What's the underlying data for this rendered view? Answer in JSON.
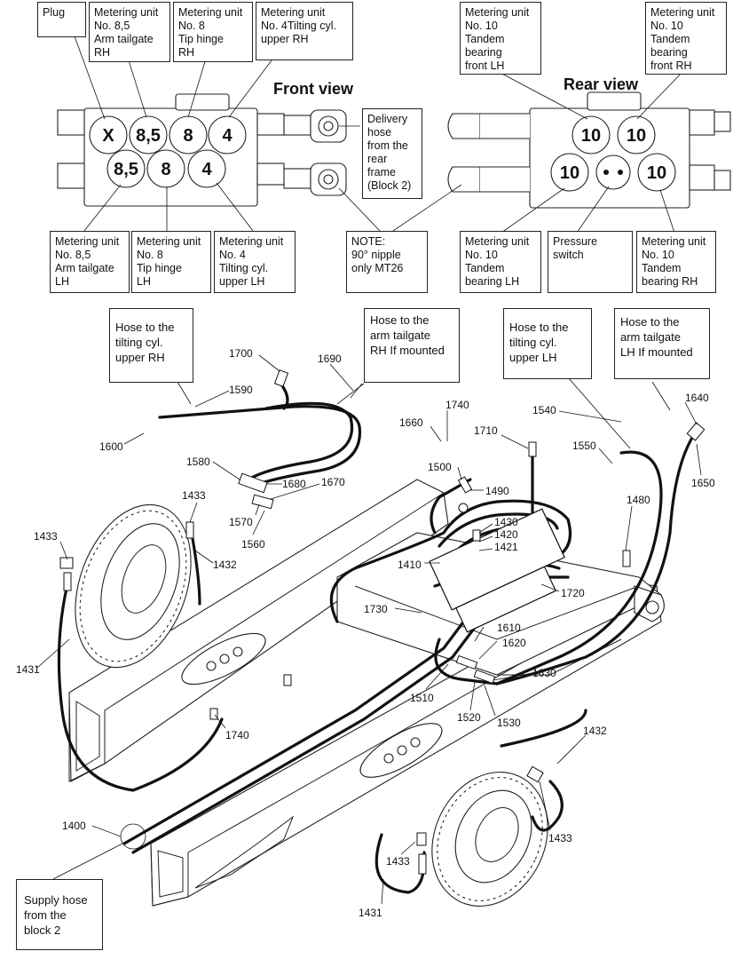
{
  "titles": {
    "front_view": "Front view",
    "rear_view": "Rear view"
  },
  "callouts_top": {
    "plug": "Plug",
    "mu85_rh": "Metering unit\nNo. 8,5\nArm tailgate\nRH",
    "mu8_rh": "Metering unit\nNo. 8\nTip hinge\nRH",
    "mu4_rh": "Metering unit\nNo. 4Tilting cyl.\nupper RH",
    "mu10_front_lh": "Metering unit\nNo. 10\nTandem\nbearing\nfront LH",
    "mu10_front_rh": "Metering unit\nNo. 10\nTandem\nbearing\nfront RH",
    "delivery_hose": "Delivery\nhose\nfrom the\nrear\nframe\n(Block 2)",
    "mu85_lh": "Metering unit\nNo. 8,5\nArm tailgate\nLH",
    "mu8_lh": "Metering unit\nNo. 8\nTip hinge\nLH",
    "mu4_lh": "Metering unit\nNo. 4\nTilting cyl.\nupper LH",
    "note": "NOTE:\n90° nipple\nonly  MT26",
    "mu10_lh": "Metering unit\nNo. 10\nTandem\nbearing LH",
    "pressure_switch": "Pressure\nswitch",
    "mu10_rh": "Metering unit\nNo. 10\nTandem\nbearing RH"
  },
  "callouts_main": {
    "hose_tilt_rh": "Hose to the\ntilting cyl.\nupper  RH",
    "hose_arm_rh": "Hose to the\narm tailgate\nRH If mounted",
    "hose_tilt_lh": "Hose to the\ntilting cyl.\nupper  LH",
    "hose_arm_lh": "Hose to the\narm tailgate\nLH If mounted",
    "supply_hose": "Supply hose\nfrom the\nblock 2"
  },
  "ports_front_top": [
    "X",
    "8,5",
    "8",
    "4"
  ],
  "ports_front_bottom": [
    "8,5",
    "8",
    "4"
  ],
  "ports_rear_top": [
    "10",
    "10"
  ],
  "ports_rear_bottom": [
    "10",
    "10"
  ],
  "part_numbers": {
    "p1700": "1700",
    "p1690": "1690",
    "p1590": "1590",
    "p1600": "1600",
    "p1740a": "1740",
    "p1660": "1660",
    "p1710": "1710",
    "p1540": "1540",
    "p1640": "1640",
    "p1550": "1550",
    "p1650": "1650",
    "p1500": "1500",
    "p1490": "1490",
    "p1580": "1580",
    "p1680": "1680",
    "p1670": "1670",
    "p1433a": "1433",
    "p1570": "1570",
    "p1560": "1560",
    "p1433b": "1433",
    "p1430": "1430",
    "p1420": "1420",
    "p1421": "1421",
    "p1480": "1480",
    "p1432a": "1432",
    "p1410": "1410",
    "p1720": "1720",
    "p1730": "1730",
    "p1610": "1610",
    "p1620": "1620",
    "p1431a": "1431",
    "p1630": "1630",
    "p1510": "1510",
    "p1520": "1520",
    "p1530": "1530",
    "p1740b": "1740",
    "p1432b": "1432",
    "p1400": "1400",
    "p1433c": "1433",
    "p1433d": "1433",
    "p1431b": "1431"
  }
}
